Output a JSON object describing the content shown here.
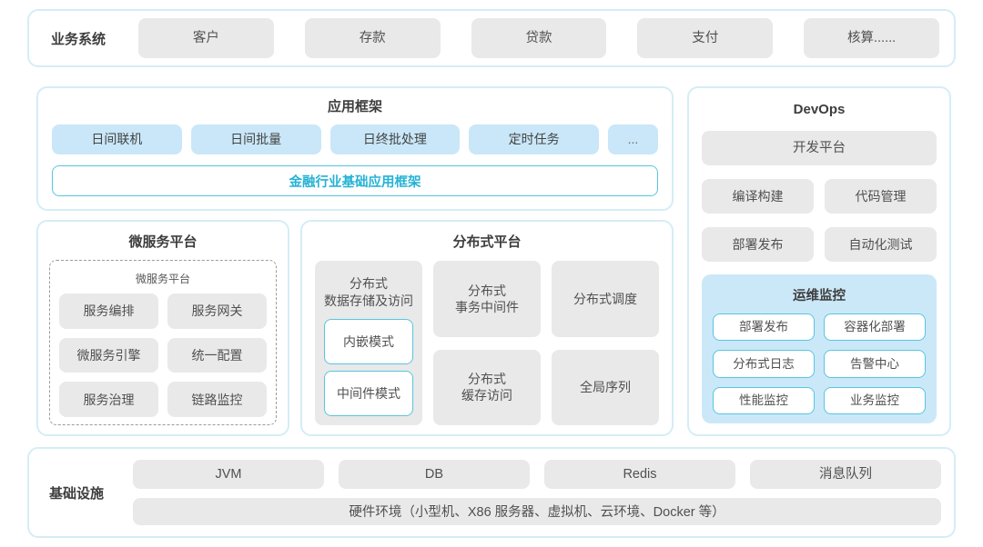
{
  "colors": {
    "outer_border": "#d5edf6",
    "accent_border": "#56c6df",
    "accent_text": "#25b2d5",
    "blue_chip_bg": "#c9e7f8",
    "gray_chip_bg": "#e9e9e9",
    "ops_panel_bg": "#cbe8f8",
    "text": "#4a4a4a"
  },
  "business_systems": {
    "label": "业务系统",
    "items": [
      "客户",
      "存款",
      "贷款",
      "支付",
      "核算......"
    ]
  },
  "app_framework": {
    "title": "应用框架",
    "modules": [
      "日间联机",
      "日间批量",
      "日终批处理",
      "定时任务"
    ],
    "more_label": "...",
    "foundation": "金融行业基础应用框架"
  },
  "microservice_platform": {
    "title": "微服务平台",
    "inner_title": "微服务平台",
    "modules": [
      "服务编排",
      "服务网关",
      "微服务引擎",
      "统一配置",
      "服务治理",
      "链路监控"
    ]
  },
  "distributed_platform": {
    "title": "分布式平台",
    "data_storage": {
      "label": "分布式\n数据存储及访问",
      "modes": [
        "内嵌模式",
        "中间件模式"
      ]
    },
    "middle_modules": [
      "分布式\n事务中间件",
      "分布式\n缓存访问"
    ],
    "right_modules": [
      "分布式调度",
      "全局序列"
    ]
  },
  "devops": {
    "title": "DevOps",
    "dev_platform": "开发平台",
    "modules": [
      "编译构建",
      "代码管理",
      "部署发布",
      "自动化测试"
    ],
    "ops_monitoring": {
      "title": "运维监控",
      "modules": [
        "部署发布",
        "容器化部署",
        "分布式日志",
        "告警中心",
        "性能监控",
        "业务监控"
      ]
    }
  },
  "infrastructure": {
    "label": "基础设施",
    "modules": [
      "JVM",
      "DB",
      "Redis",
      "消息队列"
    ],
    "hardware": "硬件环境（小型机、X86 服务器、虚拟机、云环境、Docker 等）"
  }
}
